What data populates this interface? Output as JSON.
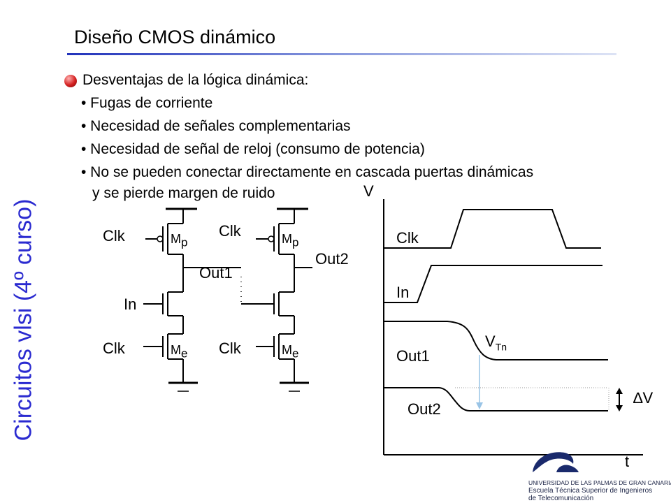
{
  "sidebar_title": "Circuitos vlsi (4º curso)",
  "slide_title": "Diseño CMOS dinámico",
  "main_bullet": "Desventajas de la lógica dinámica:",
  "items": [
    "• Fugas de corriente",
    "• Necesidad de señales complementarias",
    "• Necesidad de señal de reloj (consumo de potencia)",
    "• No se pueden conectar directamente en cascada puertas dinámicas",
    "y se pierde margen de ruido"
  ],
  "circuit": {
    "clk_top_left": "Clk",
    "clk_top_right": "Clk",
    "mp": "M",
    "mp_sub": "p",
    "me": "M",
    "me_sub": "e",
    "in_label": "In",
    "out1": "Out1",
    "out2": "Out2",
    "clk_bottom_left": "Clk",
    "clk_bottom_right": "Clk"
  },
  "timing": {
    "v_axis": "V",
    "t_axis": "t",
    "clk": "Clk",
    "in": "In",
    "out1": "Out1",
    "out2": "Out2",
    "vtn": "V",
    "vtn_sub": "Tn",
    "delta_v": "∆V"
  },
  "logo": {
    "line1": "UNIVERSIDAD DE LAS PALMAS DE GRAN CANARIA",
    "line2": "Escuela Técnica Superior de Ingenieros",
    "line3": "de Telecomunicación"
  },
  "colors": {
    "sidebar": "#2a2ad0",
    "rule": "#2233bb",
    "bullet": "#d42020",
    "arrow": "#99c4e6"
  }
}
